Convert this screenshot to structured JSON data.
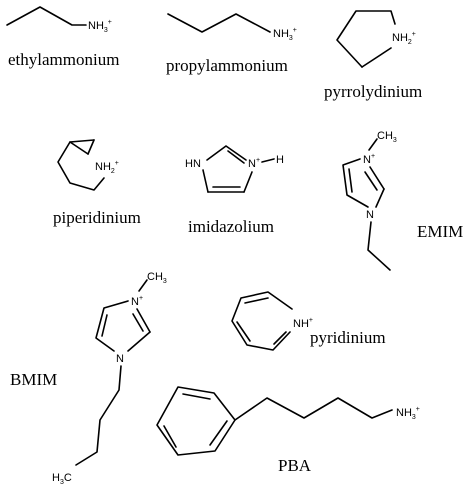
{
  "molecules": [
    {
      "id": "ethylammonium",
      "name": "ethylammonium",
      "atoms": [
        {
          "base": "NH",
          "sub": "3",
          "sup": "+"
        }
      ]
    },
    {
      "id": "propylammonium",
      "name": "propylammonium",
      "atoms": [
        {
          "base": "NH",
          "sub": "3",
          "sup": "+"
        }
      ]
    },
    {
      "id": "pyrrolydinium",
      "name": "pyrrolydinium",
      "atoms": [
        {
          "base": "NH",
          "sub": "2",
          "sup": "+"
        }
      ]
    },
    {
      "id": "piperidinium",
      "name": "piperidinium",
      "atoms": [
        {
          "base": "NH",
          "sub": "2",
          "sup": "+"
        }
      ]
    },
    {
      "id": "imidazolium",
      "name": "imidazolium",
      "atoms": [
        {
          "base": "HN",
          "sub": "",
          "sup": ""
        },
        {
          "base": "N",
          "sub": "",
          "sup": "+"
        },
        {
          "base": "H",
          "sub": "",
          "sup": ""
        }
      ]
    },
    {
      "id": "emim",
      "name": "EMIM",
      "atoms": [
        {
          "base": "CH",
          "sub": "3",
          "sup": ""
        },
        {
          "base": "N",
          "sub": "",
          "sup": "+"
        },
        {
          "base": "N",
          "sub": "",
          "sup": ""
        }
      ]
    },
    {
      "id": "bmim",
      "name": "BMIM",
      "atoms": [
        {
          "base": "CH",
          "sub": "3",
          "sup": ""
        },
        {
          "base": "N",
          "sub": "",
          "sup": "+"
        },
        {
          "base": "N",
          "sub": "",
          "sup": ""
        },
        {
          "base": "H",
          "sub": "3",
          "sup": "",
          "post": "C"
        }
      ]
    },
    {
      "id": "pyridinium",
      "name": "pyridinium",
      "atoms": [
        {
          "base": "NH",
          "sub": "",
          "sup": "+"
        }
      ]
    },
    {
      "id": "pba",
      "name": "PBA",
      "atoms": [
        {
          "base": "NH",
          "sub": "3",
          "sup": "+"
        }
      ]
    }
  ]
}
